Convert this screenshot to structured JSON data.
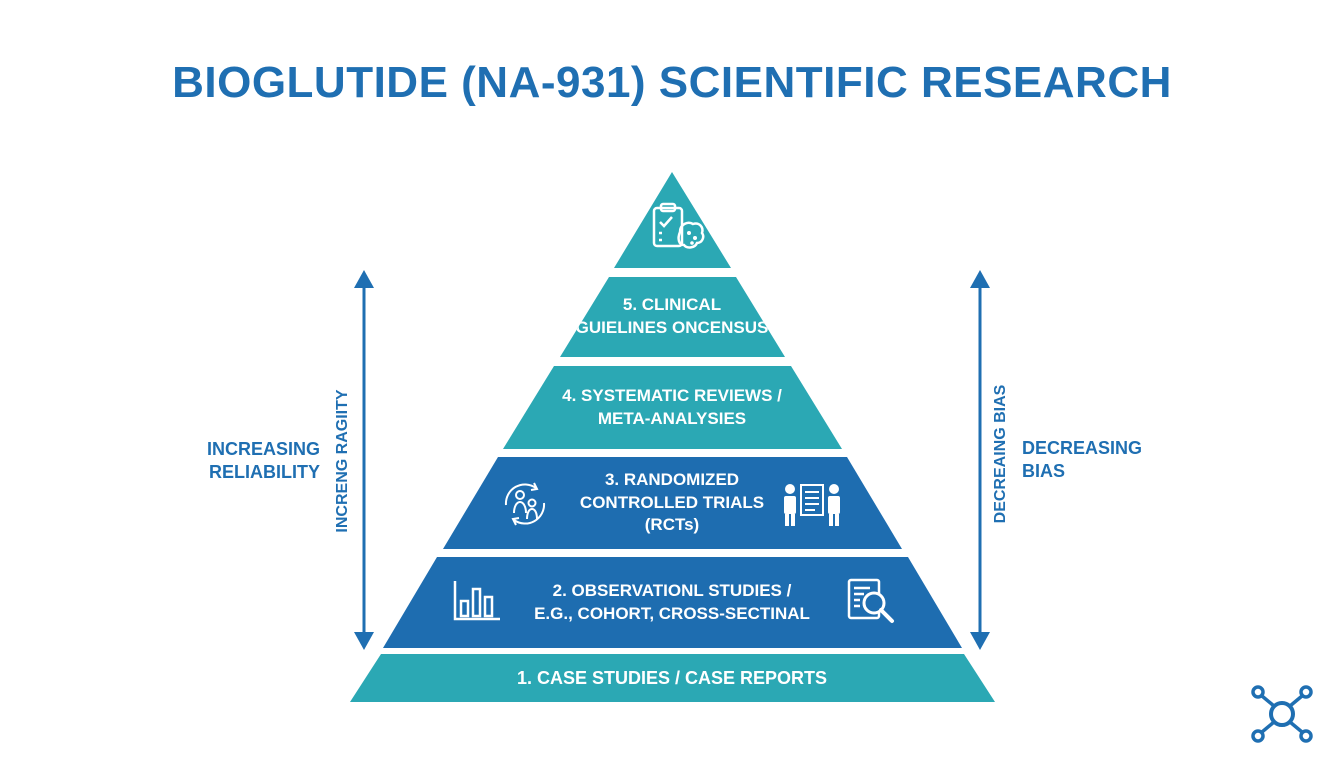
{
  "title": "BIOGLUTIDE (NA-931) SCIENTIFIC RESEARCH",
  "tiers": [
    {
      "id": 6,
      "label": "",
      "icon": "clipboard-brain-icon"
    },
    {
      "id": 5,
      "label": "5. CLINICAL\nGUIELINES ONCENSUS",
      "icon": ""
    },
    {
      "id": 4,
      "label": "4. SYSTEMATIC REVIEWS /\nMETA-ANALYSIES",
      "icon": ""
    },
    {
      "id": 3,
      "label": "3. RANDOMIZED\nCONTROLLED TRIALS\n(RCTs)",
      "icons": [
        "patient-cycle-icon",
        "clinicians-document-icon"
      ]
    },
    {
      "id": 2,
      "label": "2. OBSERVATIONL STUDIES /\nE.G., COHORT, CROSS-SECTINAL",
      "icons": [
        "bar-chart-icon",
        "document-magnifier-icon"
      ]
    },
    {
      "id": 1,
      "label": "1. CASE STUDIES / CASE REPORTS",
      "icon": ""
    }
  ],
  "left_axis": {
    "label": "INCREASING\nRELIABILITY",
    "rotated_label": "INCRENG RAGIITY"
  },
  "right_axis": {
    "label": "DECREASING\nBIAS",
    "rotated_label": "DECREAING BIAS"
  },
  "colors": {
    "title": "#1f6fb2",
    "teal": "#2ba8b4",
    "blue": "#1e6db0"
  },
  "corner_icon": "network-node-icon"
}
